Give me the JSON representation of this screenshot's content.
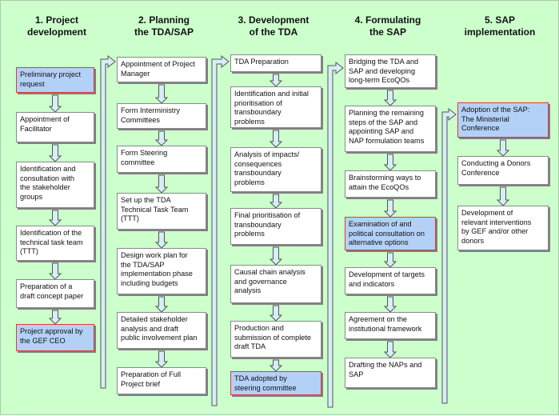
{
  "colors": {
    "background": "#ccffcc",
    "box": "#ffffff",
    "highlight_box": "#b3d1f7",
    "highlight_border": "#e03a3a",
    "arrow_fill": "#d6eef7",
    "arrow_stroke": "#555555"
  },
  "columns": [
    {
      "title": "1. Project\ndevelopment",
      "steps": [
        {
          "text": "Preliminary project\nrequest",
          "highlight": true
        },
        {
          "text": "Appointment of\nFacilitator",
          "highlight": false
        },
        {
          "text": "Identification and\nconsultation with\nthe stakeholder\ngroups",
          "highlight": false
        },
        {
          "text": "Identification of the\ntechnical task team\n(TTT)",
          "highlight": false
        },
        {
          "text": "Preparation of a\ndraft concept paper",
          "highlight": false
        },
        {
          "text": "Project approval by\nthe GEF CEO",
          "highlight": true
        }
      ]
    },
    {
      "title": "2. Planning\nthe TDA/SAP",
      "steps": [
        {
          "text": "Appointment of Project\nManager",
          "highlight": false
        },
        {
          "text": "Form Interministry\nCommittees",
          "highlight": false
        },
        {
          "text": "Form Steering\ncommittee",
          "highlight": false
        },
        {
          "text": "Set up the TDA\nTechnical Task Team\n(TTT)",
          "highlight": false
        },
        {
          "text": "Design work plan for\nthe TDA/SAP\nimplementation phase\nincluding budgets",
          "highlight": false
        },
        {
          "text": "Detailed stakeholder\nanalysis and draft\npublic involvement plan",
          "highlight": false
        },
        {
          "text": "Preparation of Full\nProject brief",
          "highlight": false
        }
      ]
    },
    {
      "title": "3. Development\nof the TDA",
      "steps": [
        {
          "text": "TDA Preparation",
          "highlight": false
        },
        {
          "text": "Identification and initial\nprioritisation of\ntransboundary\nproblems",
          "highlight": false
        },
        {
          "text": "Analysis of impacts/\nconsequences\ntransboundary\nproblems",
          "highlight": false
        },
        {
          "text": "Final prioritisation of\ntransboundary\nproblems",
          "highlight": false
        },
        {
          "text": "Causal chain analysis\nand governance\nanalysis",
          "highlight": false
        },
        {
          "text": "Production and\nsubmission of complete\ndraft TDA",
          "highlight": false
        },
        {
          "text": "TDA adopted by\nsteering committee",
          "highlight": true
        }
      ]
    },
    {
      "title": "4. Formulating\nthe SAP",
      "steps": [
        {
          "text": "Bridging the TDA and\nSAP and developing\nlong-term EcoQOs",
          "highlight": false
        },
        {
          "text": "Planning the remaining\nsteps of the SAP and\nappointing SAP and\nNAP formulation teams",
          "highlight": false
        },
        {
          "text": "Brainstorming ways to\nattain the EcoQOs",
          "highlight": false
        },
        {
          "text": "Examination of and\npolitical consultation on\nalternative options",
          "highlight": true
        },
        {
          "text": "Development of targets\nand indicators",
          "highlight": false
        },
        {
          "text": "Agreement on the\ninstitutional framework",
          "highlight": false
        },
        {
          "text": "Drafting the NAPs and\nSAP",
          "highlight": false
        }
      ]
    },
    {
      "title": "5. SAP\nimplementation",
      "steps": [
        {
          "text": "Adoption of the SAP:\nThe Ministerial\nConference",
          "highlight": true
        },
        {
          "text": "Conducting a Donors\nConference",
          "highlight": false
        },
        {
          "text": "Development of\nrelevant interventions\nby GEF and/or other\ndonors",
          "highlight": false
        }
      ]
    }
  ]
}
